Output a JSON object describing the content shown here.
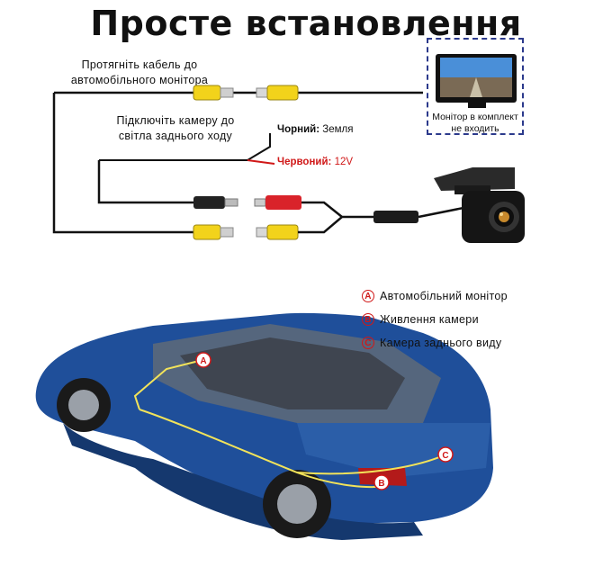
{
  "title": "Просте встановлення",
  "step_cable": [
    "Протягніть кабель до",
    "автомобільного монітора"
  ],
  "step_camera": [
    "Підключіть камеру до",
    "світла заднього ходу"
  ],
  "wires": {
    "black_name": "Чорний:",
    "black_value": "Земля",
    "red_name": "Червоний:",
    "red_value": "12V"
  },
  "monitor_caption": [
    "Монітор в комплект",
    "не входить"
  ],
  "legend": [
    {
      "mark": "A",
      "text": "Автомобільний монітор"
    },
    {
      "mark": "B",
      "text": "Живлення камери"
    },
    {
      "mark": "C",
      "text": "Камера заднього виду"
    }
  ],
  "car_marks": [
    "A",
    "B",
    "C"
  ],
  "colors": {
    "accent_red": "#d01818",
    "rca_yellow": "#f2d31b",
    "rca_red": "#d9232a",
    "car_blue": "#1f4f9a",
    "dash_frame": "#2c3a8c"
  }
}
